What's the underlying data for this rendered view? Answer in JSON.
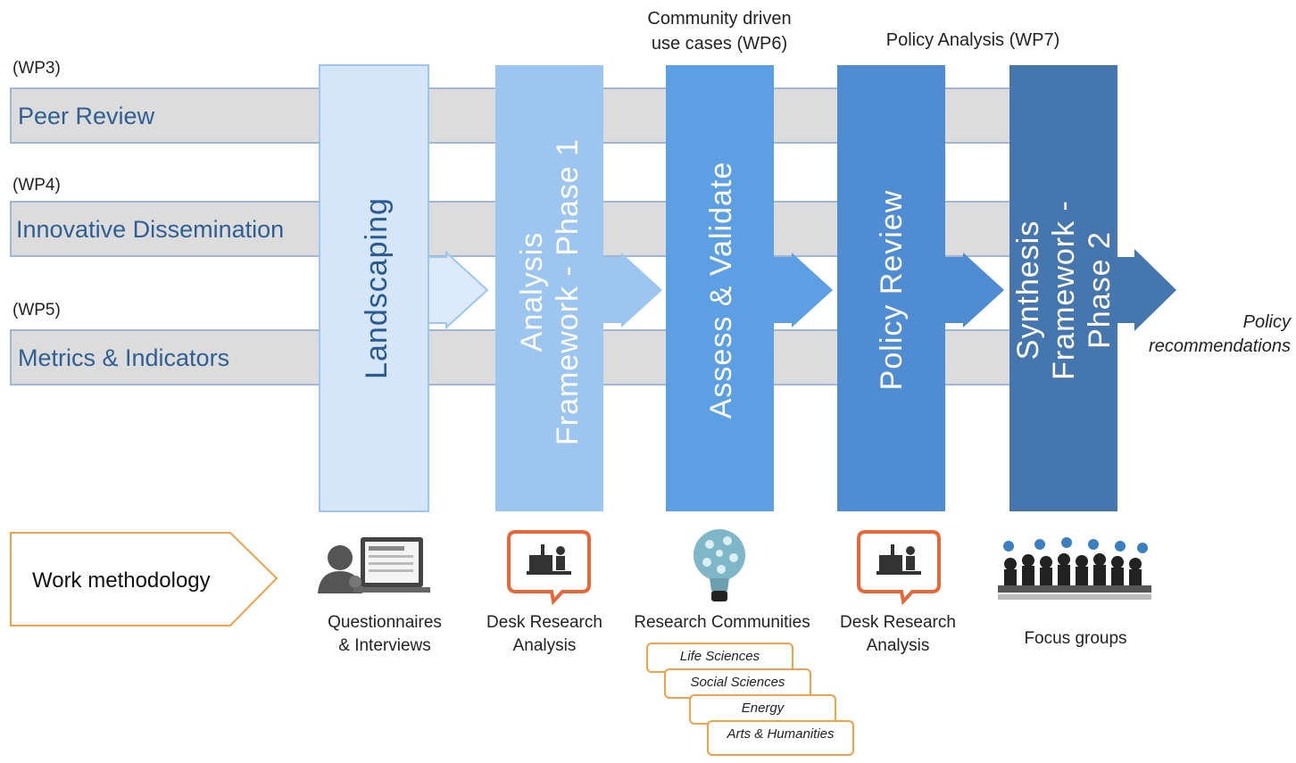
{
  "tracks": [
    {
      "tag": "(WP3)",
      "label": "Peer Review"
    },
    {
      "tag": "(WP4)",
      "label": "Innovative Dissemination"
    },
    {
      "tag": "(WP5)",
      "label": "Metrics & Indicators"
    }
  ],
  "column_titles": {
    "wp6": "Community driven\nuse cases (WP6)",
    "wp7": "Policy  Analysis (WP7)"
  },
  "phases": [
    {
      "label": "Landscaping"
    },
    {
      "label": "Analysis\nFramework - Phase 1"
    },
    {
      "label": "Assess & Validate"
    },
    {
      "label": "Policy Review"
    },
    {
      "label": "Synthesis\nFramework - Phase 2"
    }
  ],
  "outcome": "Policy\nrecommendations",
  "work_methodology": "Work methodology",
  "methods": [
    {
      "label": "Questionnaires\n& Interviews",
      "icon": "questionnaire-icon"
    },
    {
      "label": "Desk Research\nAnalysis",
      "icon": "desk-research-icon"
    },
    {
      "label": "Research Communities",
      "icon": "lightbulb-network-icon"
    },
    {
      "label": "Desk Research\nAnalysis",
      "icon": "desk-research-icon"
    },
    {
      "label": "Focus groups",
      "icon": "focus-group-icon"
    }
  ],
  "communities": [
    "Life Sciences",
    "Social Sciences",
    "Energy",
    "Arts & Humanities"
  ],
  "colors": {
    "track_fill": "#dcdcdc",
    "track_border": "#9fb7d3",
    "phase_1": "#d5e6f8",
    "phase_2": "#9cc5ef",
    "phase_3": "#5d9fe3",
    "phase_4": "#4f8cd2",
    "phase_5": "#4676ae",
    "orange": "#f0a24a"
  }
}
